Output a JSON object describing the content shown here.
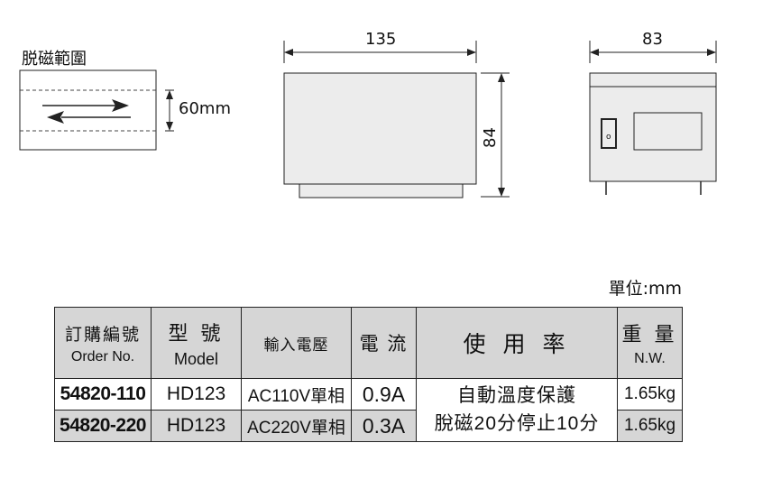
{
  "demag_area": {
    "title": "脱磁範圍",
    "height_label": "60mm"
  },
  "front_view": {
    "width_label": "135",
    "height_label": "84"
  },
  "side_view": {
    "width_label": "83",
    "switch_symbol": "o"
  },
  "unit_note": "單位:mm",
  "table": {
    "headers": {
      "order": "訂購編號",
      "order_en": "Order No.",
      "model": "型 號",
      "model_en": "Model",
      "voltage": "輸入電壓",
      "current": "電 流",
      "duty": "使 用 率",
      "weight": "重 量",
      "weight_en": "N.W."
    },
    "rows": [
      {
        "order": "54820-110",
        "model": "HD123",
        "voltage": "AC110V單相",
        "current": "0.9A",
        "weight": "1.65kg"
      },
      {
        "order": "54820-220",
        "model": "HD123",
        "voltage": "AC220V單相",
        "current": "0.3A",
        "weight": "1.65kg"
      }
    ],
    "duty_note_line1": "自動溫度保護",
    "duty_note_line2": "脫磁20分停止10分"
  }
}
